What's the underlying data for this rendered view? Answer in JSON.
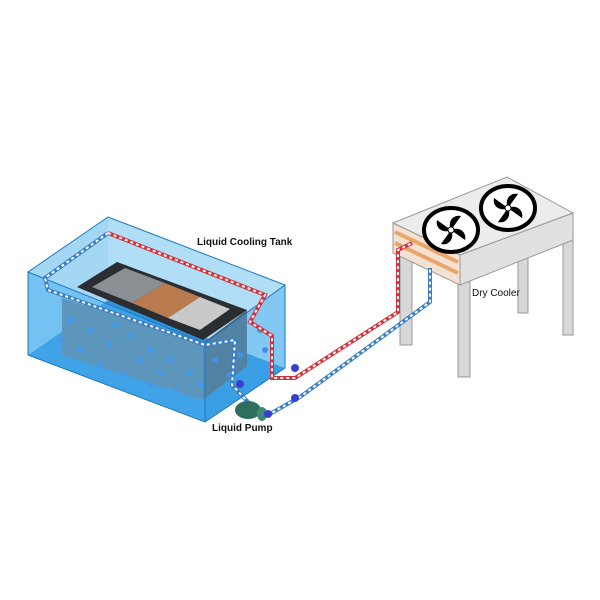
{
  "labels": {
    "tank": "Liquid Cooling Tank",
    "pump": "Liquid Pump",
    "cooler": "Dry Cooler"
  },
  "colors": {
    "coolant": "#3aa0e6",
    "hot_line": "#d8303a",
    "cold_line": "#3b7fc4",
    "server": "#6d7680",
    "cooler_body": "#e6e6e6",
    "heat_coil": "#e9a66a",
    "pump": "#2e6e5f"
  },
  "icons": [
    "fan-icon",
    "fan-icon",
    "pump-icon",
    "valve-icon"
  ]
}
